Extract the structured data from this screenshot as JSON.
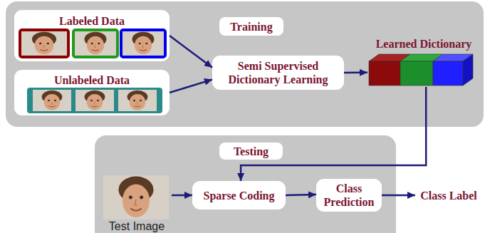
{
  "diagram": {
    "nodes": [
      {
        "text": [
          "Training"
        ]
      },
      {
        "text": [
          "Labeled Data"
        ],
        "in": 0
      },
      {
        "text": [
          "Unlabeled Data"
        ],
        "in": 0
      },
      {
        "text": [
          "Semi Supervised Dictionary Learning"
        ],
        "in": 0
      },
      {
        "text": [
          "Learned Dictionary"
        ],
        "in": 0
      },
      {
        "text": [
          "Testing"
        ]
      },
      {
        "text": [
          "Test Image"
        ],
        "in": 5
      },
      {
        "text": [
          "Sparse Coding"
        ],
        "in": 5
      },
      {
        "text": [
          "Class Prediction"
        ],
        "in": 5
      },
      {
        "text": [
          "Class Label"
        ]
      }
    ],
    "edges": [
      {
        "from": 1,
        "to": 3,
        "arrow": "to"
      },
      {
        "from": 2,
        "to": 3,
        "arrow": "to"
      },
      {
        "from": 3,
        "to": 4,
        "arrow": "to"
      },
      {
        "from": 4,
        "to": 7,
        "arrow": "to"
      },
      {
        "from": 6,
        "to": 7,
        "arrow": "to"
      },
      {
        "from": 7,
        "to": 8,
        "arrow": "to"
      },
      {
        "from": 8,
        "to": 9,
        "arrow": "to"
      }
    ]
  }
}
